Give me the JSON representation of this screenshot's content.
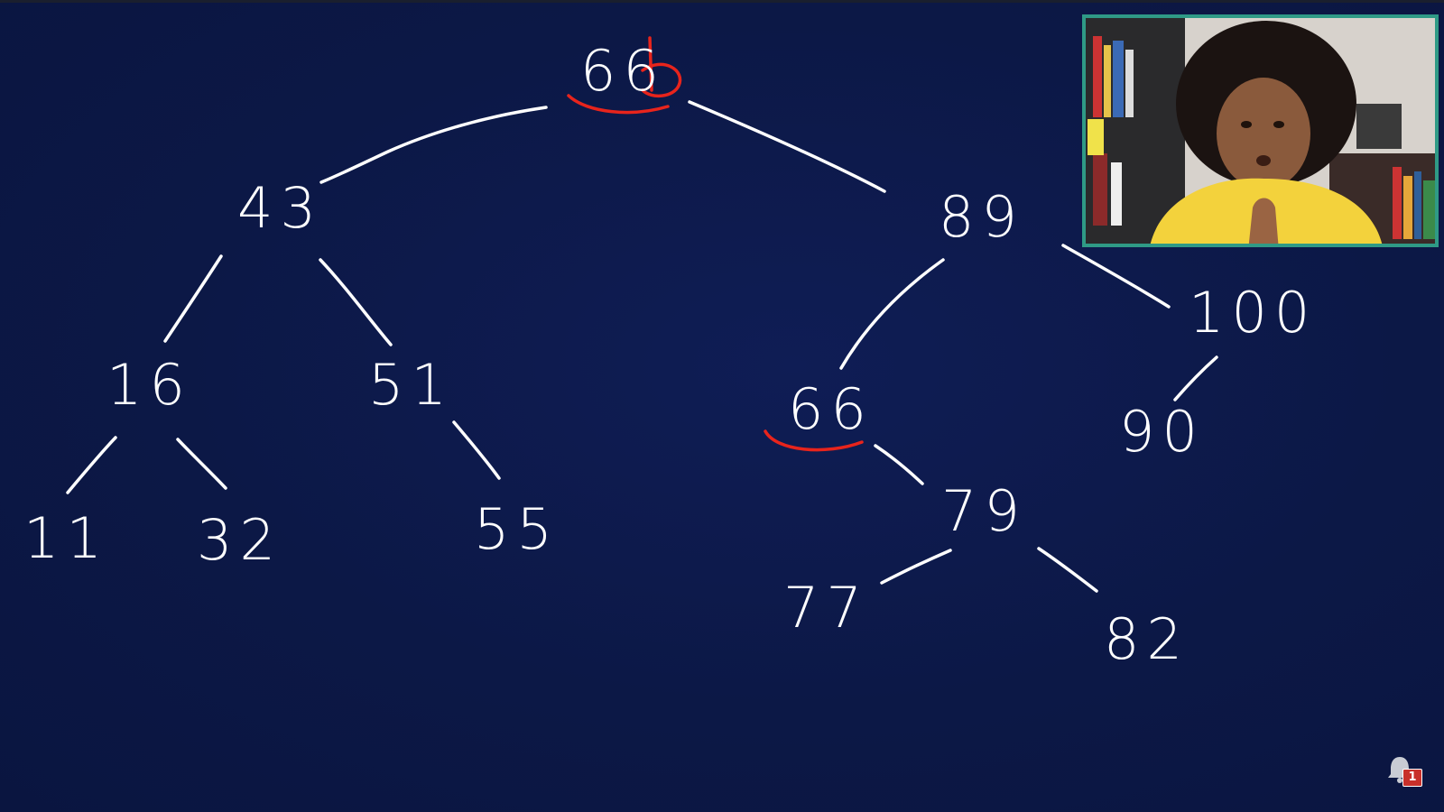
{
  "tree": {
    "nodes": {
      "root": "66",
      "n43": "43",
      "n89": "89",
      "n16": "16",
      "n51": "51",
      "n66": "66",
      "n100": "100",
      "n11": "11",
      "n32": "32",
      "n55": "55",
      "n79": "79",
      "n90": "90",
      "n77": "77",
      "n82": "82"
    },
    "highlighted_nodes": [
      "root",
      "n66"
    ],
    "highlight_color": "#e8241c",
    "line_color": "#ffffff",
    "background_color": "#0c1846"
  },
  "webcam": {
    "border_color": "#2f9a86"
  },
  "notification": {
    "icon": "bell-icon",
    "count": "1"
  }
}
